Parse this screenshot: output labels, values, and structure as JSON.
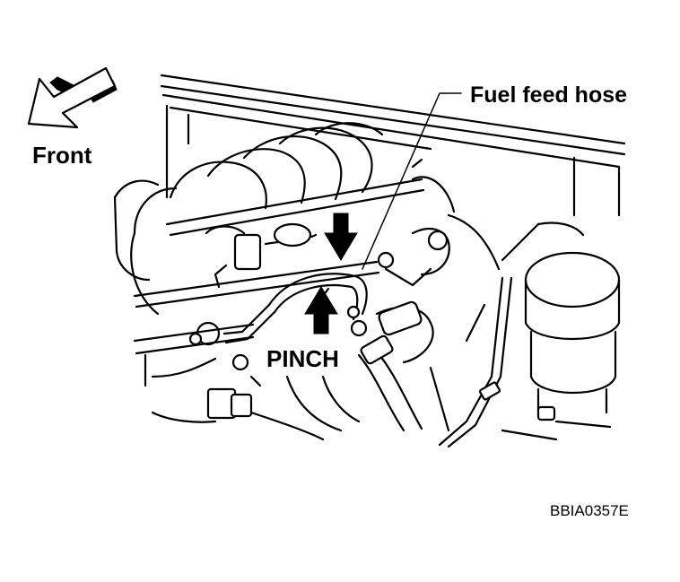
{
  "labels": {
    "front": "Front",
    "fuel_feed_hose": "Fuel feed hose",
    "pinch": "PINCH",
    "figure_code": "BBIA0357E"
  },
  "colors": {
    "ink": "#000000",
    "background": "#ffffff"
  },
  "icons": {
    "front_arrow": "front-direction-arrow-icon",
    "pinch_arrows": "pinch-arrows-icon"
  }
}
